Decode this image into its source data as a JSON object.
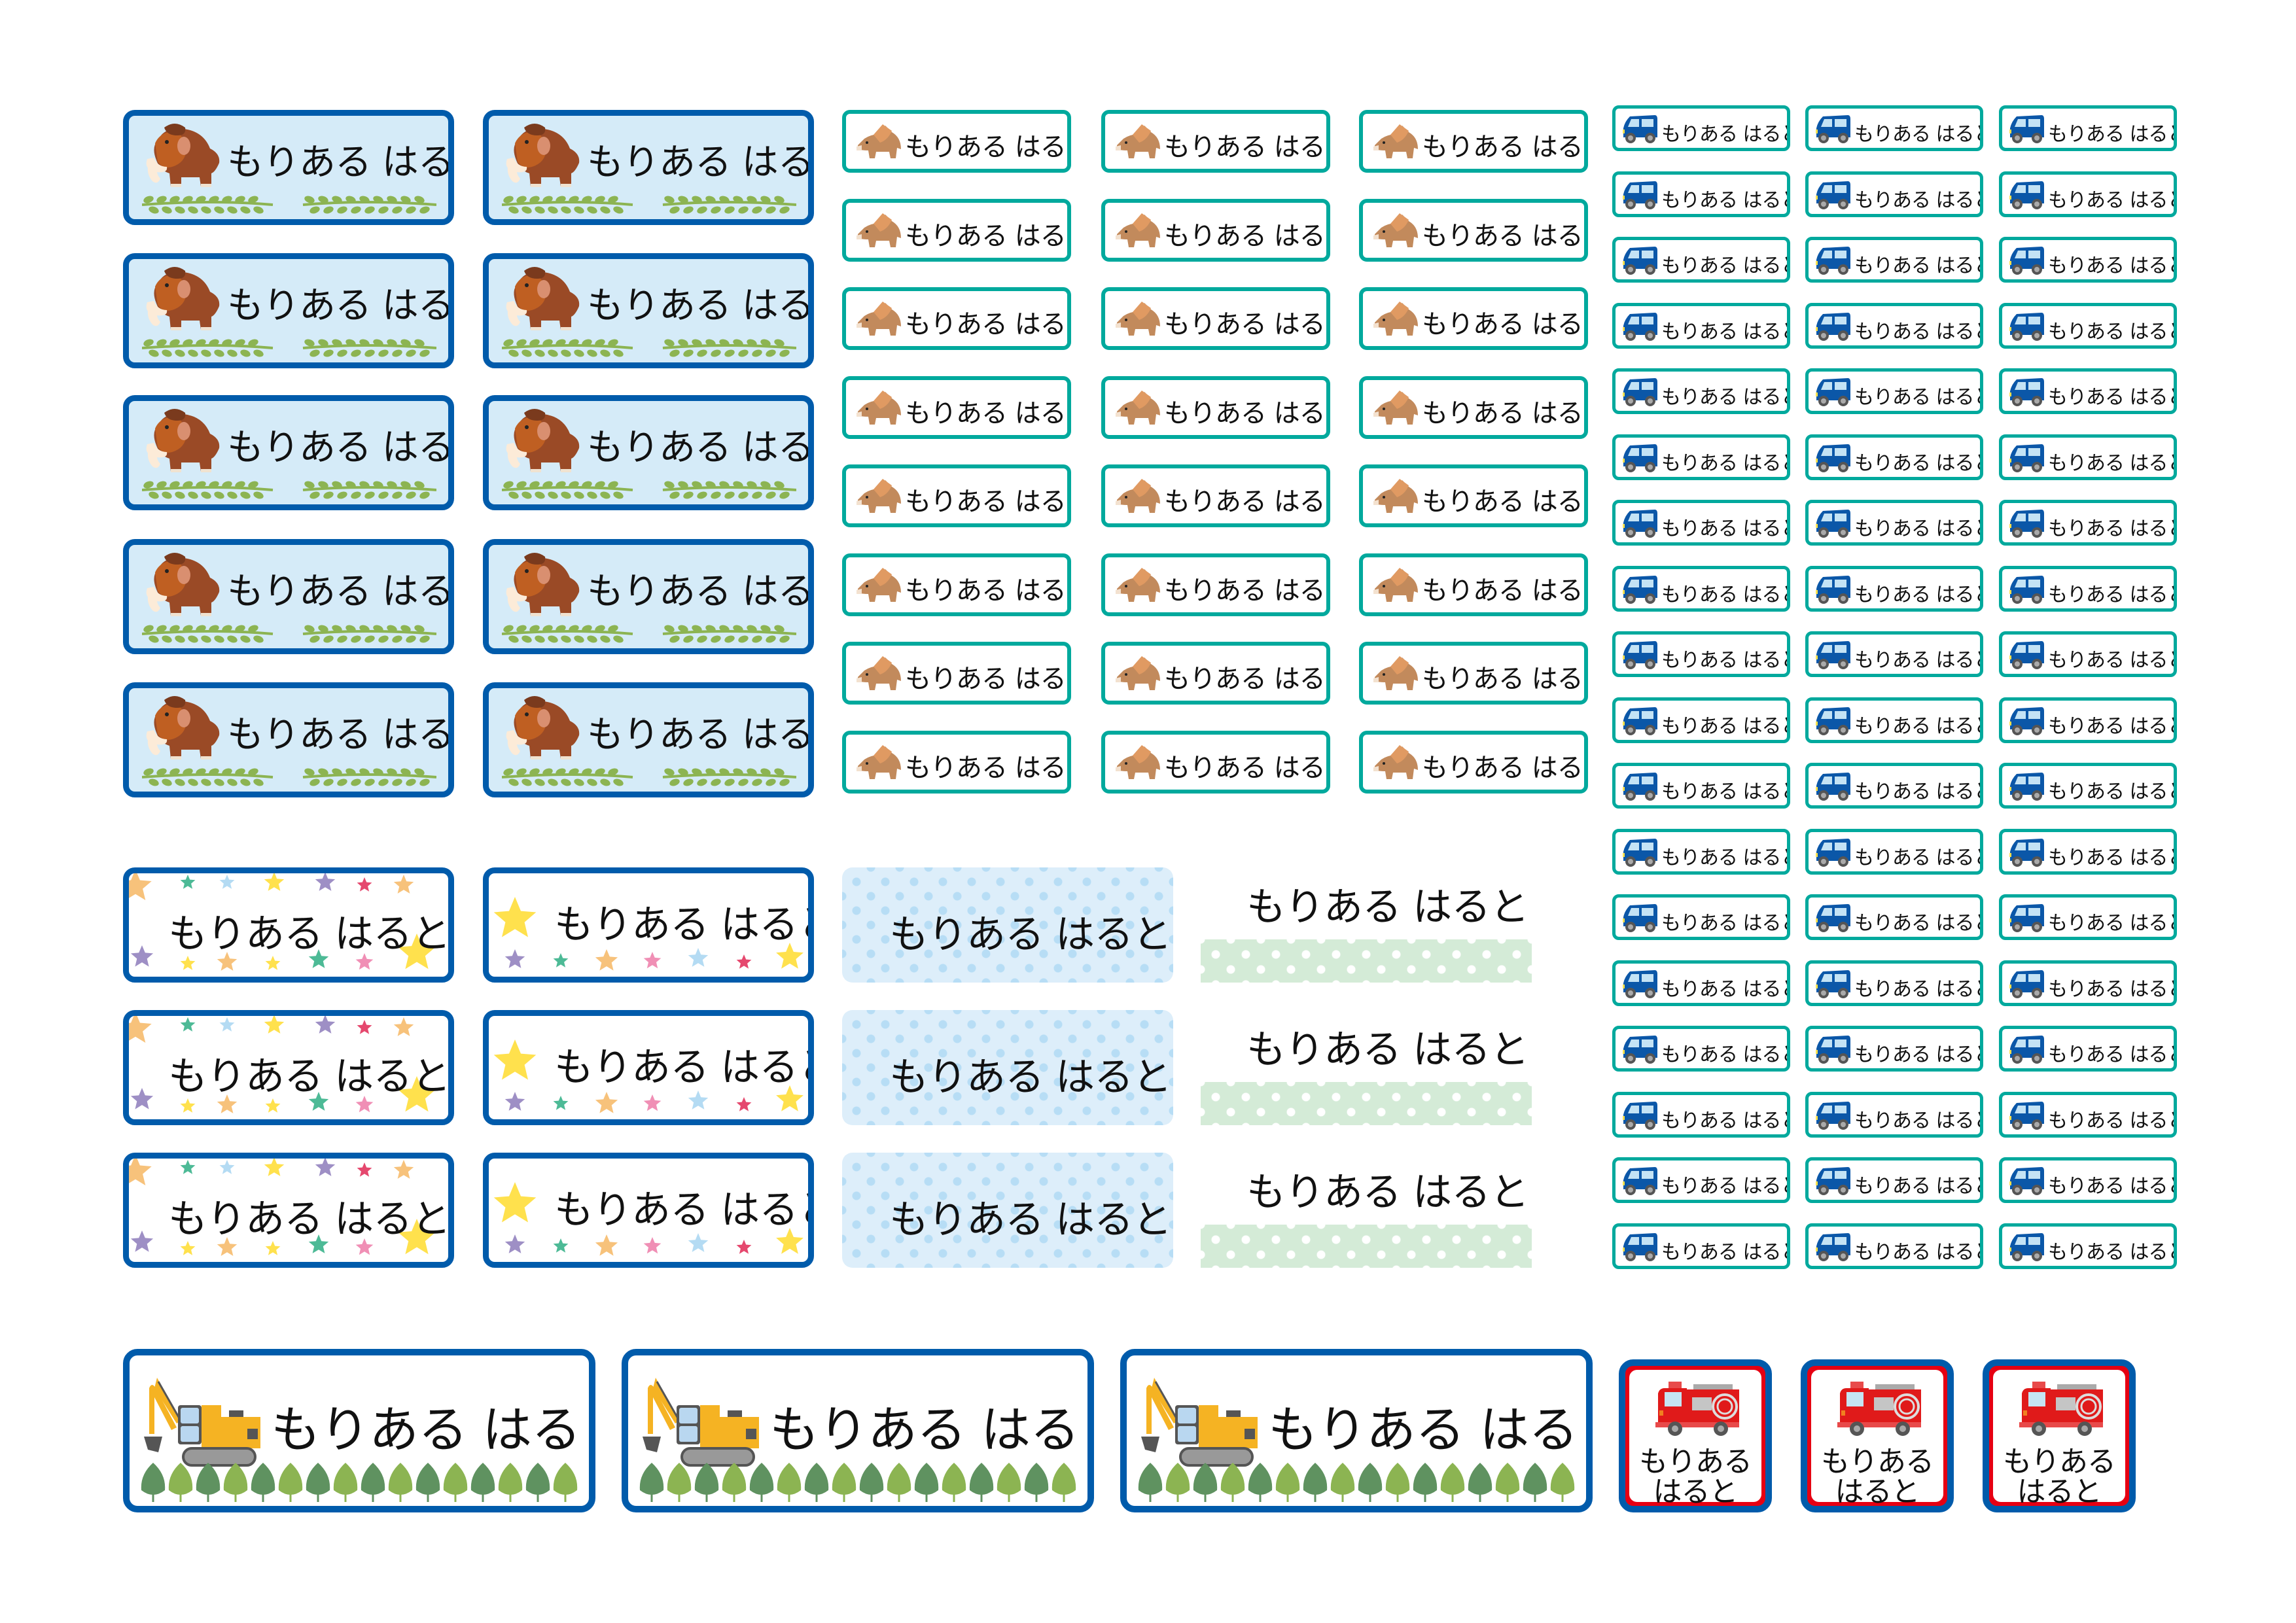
{
  "sheet": {
    "title": "お名前シール",
    "name_text": "もりある はると",
    "name_line1": "もりある",
    "name_line2": "はると",
    "groups": [
      {
        "id": "mammoth",
        "icon": "mammoth-icon",
        "rows": 5,
        "cols": 2,
        "border": "#005bab",
        "background": "#d5ebf8"
      },
      {
        "id": "triceratops",
        "icon": "triceratops-icon",
        "rows": 8,
        "cols": 3,
        "border": "#00a99d",
        "background": "#ffffff"
      },
      {
        "id": "car",
        "icon": "car-icon",
        "rows": 18,
        "cols": 3,
        "border": "#00a99d",
        "background": "#ffffff"
      },
      {
        "id": "stars-scattered",
        "icon": "stars-pattern",
        "rows": 3,
        "cols": 1,
        "border": "#005bab",
        "background": "#ffffff"
      },
      {
        "id": "stars-row",
        "icon": "star-icon",
        "rows": 3,
        "cols": 1,
        "border": "#005bab",
        "background": "#ffffff"
      },
      {
        "id": "blue-dots",
        "icon": "polka-dot-pattern",
        "rows": 3,
        "cols": 1,
        "border": "none",
        "background": "#ddeefa"
      },
      {
        "id": "green-tape",
        "icon": "polka-dot-tape",
        "rows": 3,
        "cols": 1,
        "border": "none",
        "background": "#d4ebd7"
      },
      {
        "id": "excavator",
        "icon": "excavator-icon",
        "rows": 1,
        "cols": 3,
        "border": "#005bab",
        "background": "#ffffff"
      },
      {
        "id": "fire-truck",
        "icon": "fire-truck-icon",
        "rows": 1,
        "cols": 3,
        "border": "#e60012",
        "background": "#ffffff"
      }
    ]
  },
  "colors": {
    "navy_border": "#005bab",
    "teal_border": "#00a99d",
    "red_border": "#e60012",
    "light_blue": "#d5ebf8",
    "leaf_green": "#8cb452",
    "tree_dark": "#5f9260",
    "tree_light": "#8cb452"
  }
}
